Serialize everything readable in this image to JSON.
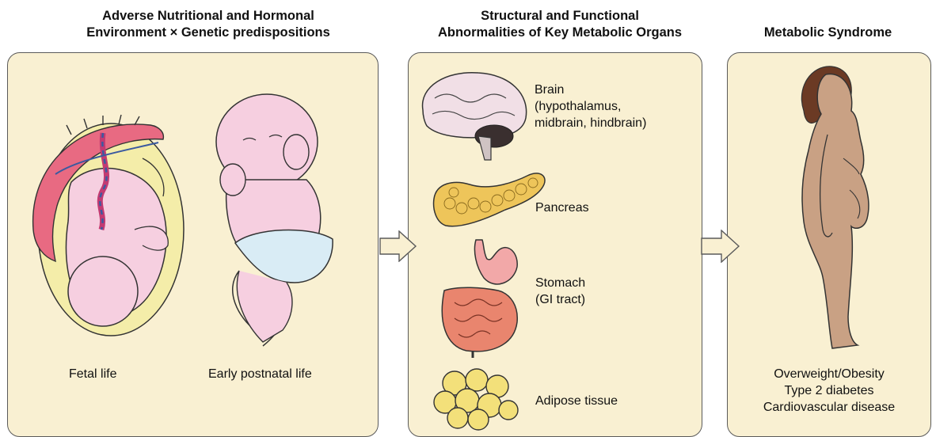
{
  "headings": {
    "left": [
      "Adverse Nutritional and Hormonal",
      "Environment × Genetic predispositions"
    ],
    "middle": [
      "Structural and Functional",
      "Abnormalities of Key Metabolic Organs"
    ],
    "right": [
      "Metabolic Syndrome"
    ]
  },
  "left_panel": {
    "fetal_label": "Fetal life",
    "postnatal_label": "Early postnatal life"
  },
  "middle_panel": {
    "organs": [
      {
        "icon": "brain-icon",
        "lines": [
          "Brain",
          "(hypothalamus,",
          "midbrain, hindbrain)"
        ]
      },
      {
        "icon": "pancreas-icon",
        "lines": [
          "Pancreas"
        ]
      },
      {
        "icon": "stomach-icon",
        "lines": [
          "Stomach",
          "(GI tract)"
        ]
      },
      {
        "icon": "adipose-icon",
        "lines": [
          "Adipose tissue"
        ]
      }
    ]
  },
  "right_panel": {
    "outcomes": [
      "Overweight/Obesity",
      "Type 2 diabetes",
      "Cardiovascular disease"
    ]
  },
  "colors": {
    "panel_fill": "#f9f0d2",
    "skin_pink": "#f6cfe0",
    "placenta": "#e86a82",
    "body_tan": "#c9a184",
    "hair": "#6b3a24",
    "fat_yellow": "#f3e07a",
    "intestine": "#e9856e"
  }
}
